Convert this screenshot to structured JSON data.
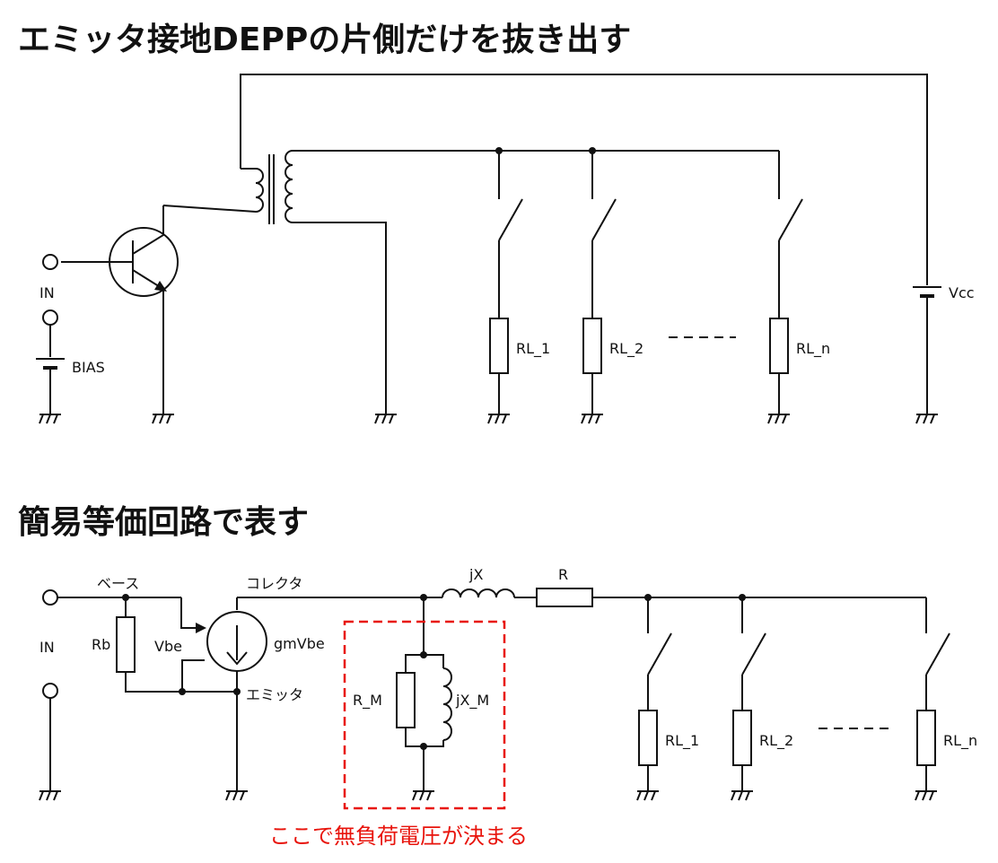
{
  "title_top": "エミッタ接地DEPPの片側だけを抜き出す",
  "title_bottom": "簡易等価回路で表す",
  "top_circuit": {
    "input_label": "IN",
    "bias_label": "BIAS",
    "vcc_label": "Vcc",
    "load_labels": [
      "RL_1",
      "RL_2",
      "RL_n"
    ]
  },
  "bottom_circuit": {
    "input_label": "IN",
    "base_label": "ベース",
    "collector_label": "コレクタ",
    "emitter_label": "エミッタ",
    "rb_label": "Rb",
    "vbe_label": "Vbe",
    "source_label": "gmVbe",
    "jx_label": "jX",
    "r_label": "R",
    "rm_label": "R_M",
    "jxm_label": "jX_M",
    "load_labels": [
      "RL_1",
      "RL_2",
      "RL_n"
    ],
    "note": "ここで無負荷電圧が決まる"
  }
}
